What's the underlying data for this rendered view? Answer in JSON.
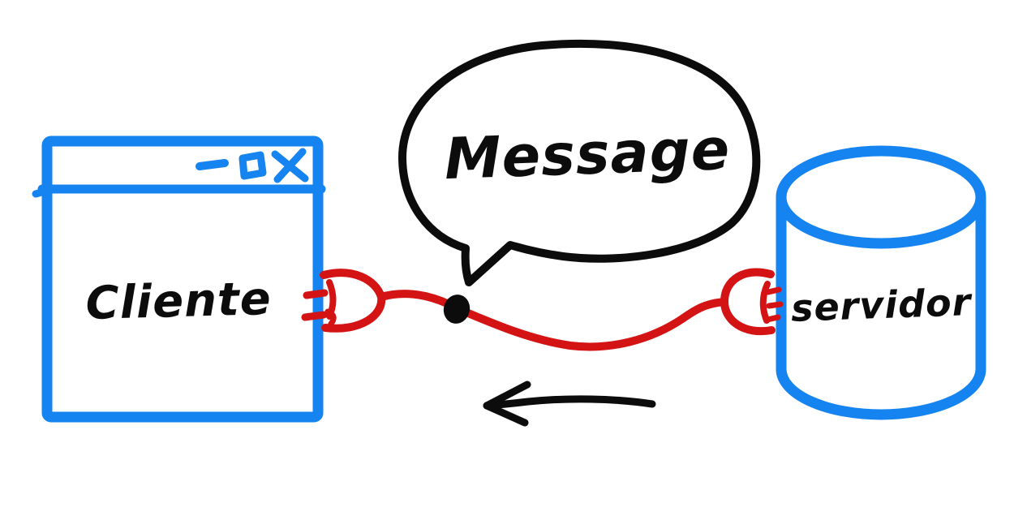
{
  "colors": {
    "blue": "#1583f0",
    "red": "#d41414",
    "ink": "#0c0c0c",
    "background": "#ffffff"
  },
  "client_window": {
    "label": "Cliente",
    "controls": [
      "minimize",
      "maximize",
      "close"
    ]
  },
  "speech_bubble": {
    "label": "Message"
  },
  "server": {
    "label": "servidor"
  },
  "cable": {
    "connector_style": "plug",
    "marker": "dot"
  },
  "arrow": {
    "direction": "left"
  }
}
